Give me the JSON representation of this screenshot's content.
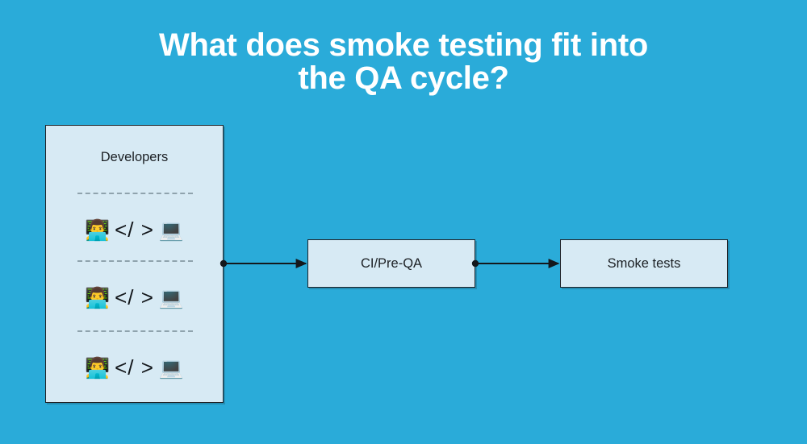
{
  "background_color": "#2aabd9",
  "box_fill_color": "#d7eaf4",
  "box_border_color": "#1f2328",
  "text_color": "#1c2024",
  "title": {
    "line1": "What does smoke testing fit into",
    "line2": "the QA cycle?",
    "color": "#ffffff"
  },
  "diagram": {
    "developers": {
      "label": "Developers",
      "rows": [
        {
          "person_emoji": "👨‍💻",
          "code_label": "</ >",
          "laptop_emoji": "💻"
        },
        {
          "person_emoji": "👨‍💻",
          "code_label": "</ >",
          "laptop_emoji": "💻"
        },
        {
          "person_emoji": "👨‍💻",
          "code_label": "</ >",
          "laptop_emoji": "💻"
        }
      ]
    },
    "ci_node": {
      "label": "CI/Pre-QA"
    },
    "smoke_node": {
      "label": "Smoke tests"
    },
    "connectors": [
      {
        "name": "developers-to-ci",
        "from": "developers",
        "to": "ci_node"
      },
      {
        "name": "ci-to-smoke",
        "from": "ci_node",
        "to": "smoke_node"
      }
    ]
  }
}
